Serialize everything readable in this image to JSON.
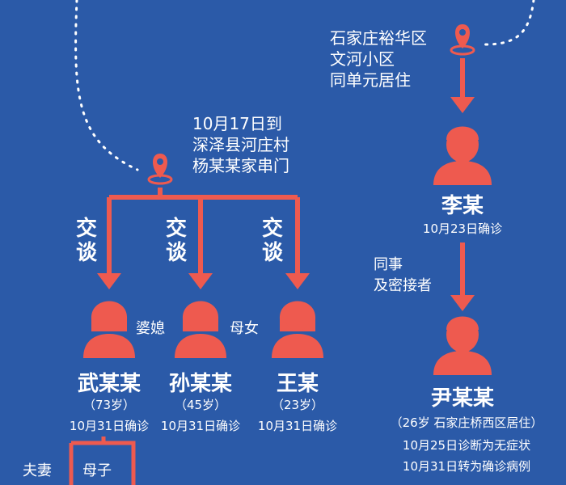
{
  "colors": {
    "background": "#2b5aa8",
    "accent": "#ee5a4f",
    "text": "#ffffff"
  },
  "icons": [
    "location-pin-icon",
    "person-male-icon",
    "person-female-icon"
  ],
  "location1": {
    "lines": [
      "10月17日到",
      "深泽县河庄村",
      "杨某某家串门"
    ]
  },
  "location2": {
    "lines": [
      "石家庄裕华区",
      "文河小区",
      "同单元居住"
    ]
  },
  "talk_label": [
    "交",
    "谈"
  ],
  "relations": {
    "in_law": "婆媳",
    "mother_daughter": "母女",
    "coworker": [
      "同事",
      "及密接者"
    ],
    "spouse": "夫妻",
    "mother_son": "母子"
  },
  "persons": {
    "wu": {
      "name": "武某某",
      "age": "（73岁）",
      "note": "10月31日确诊"
    },
    "sun": {
      "name": "孙某某",
      "age": "（45岁）",
      "note": "10月31日确诊"
    },
    "wang": {
      "name": "王某",
      "age": "（23岁）",
      "note": "10月31日确诊"
    },
    "li": {
      "name": "李某",
      "note": "10月23日确诊"
    },
    "yin": {
      "name": "尹某某",
      "detail": "（26岁  石家庄桥西区居住）",
      "note1": "10月25日诊断为无症状",
      "note2": "10月31日转为确诊病例"
    }
  }
}
